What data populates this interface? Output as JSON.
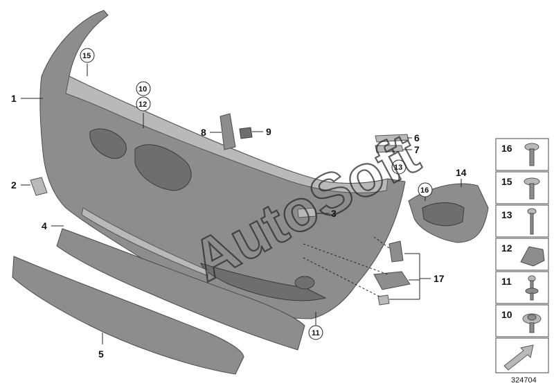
{
  "watermark": "AutoSoft",
  "reference_number": "324704",
  "callouts": [
    "1",
    "2",
    "3",
    "4",
    "5",
    "6",
    "7",
    "8",
    "9",
    "10",
    "12",
    "11",
    "13",
    "14",
    "15",
    "16",
    "17"
  ],
  "legend_items": [
    "16",
    "15",
    "13",
    "12",
    "11",
    "10"
  ],
  "colors": {
    "part_fill": "#8d8d8d",
    "part_light": "#b9b9b9",
    "line": "#222222",
    "background": "#ffffff"
  },
  "icons": {
    "arrow_box": "direction-arrow-icon"
  }
}
